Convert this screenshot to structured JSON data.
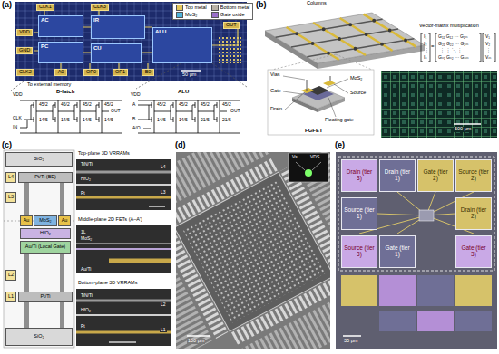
{
  "diagram": {
    "nodes": [
      {
        "text": [
          "CLK1"
        ]
      },
      {
        "text": [
          "CLK3"
        ]
      },
      {
        "text": [
          "OUT"
        ]
      },
      {
        "text": [
          "VDD"
        ]
      },
      {
        "text": [
          "GND"
        ]
      },
      {
        "text": [
          "CLK2"
        ]
      },
      {
        "text": [
          "A0"
        ]
      },
      {
        "text": [
          "OP0"
        ]
      },
      {
        "text": [
          "OP1"
        ]
      },
      {
        "text": [
          "B0"
        ]
      },
      {
        "text": [
          "AC"
        ]
      },
      {
        "text": [
          "PC"
        ]
      },
      {
        "text": [
          "IR"
        ]
      },
      {
        "text": [
          "CU"
        ]
      },
      {
        "text": [
          "ALU"
        ]
      },
      {
        "text": [
          "SiO₂"
        ]
      },
      {
        "text": [
          "L4"
        ]
      },
      {
        "text": [
          "Pt/Ti (BE)"
        ]
      },
      {
        "text": [
          "L3"
        ]
      },
      {
        "text": [
          "Au"
        ]
      },
      {
        "text": [
          "MoS₂"
        ]
      },
      {
        "text": [
          "Au"
        ]
      },
      {
        "text": [
          "HfO₂"
        ]
      },
      {
        "text": [
          "Au/Ti (Local Gate)"
        ]
      },
      {
        "text": [
          "L2"
        ]
      },
      {
        "text": [
          "Pt/Ti"
        ]
      },
      {
        "text": [
          "L1"
        ]
      },
      {
        "text": [
          "SiO₂"
        ]
      },
      {
        "text": [
          "Drain (tier 3)"
        ]
      },
      {
        "text": [
          "Drain (tier 1)"
        ]
      },
      {
        "text": [
          "Gate (tier 2)"
        ]
      },
      {
        "text": [
          "Source (tier 2)"
        ]
      },
      {
        "text": [
          "Source (tier 1)"
        ]
      },
      {
        "text": [
          "Drain (tier 2)"
        ]
      },
      {
        "text": [
          "Source (tier 3)"
        ]
      },
      {
        "text": [
          "Gate (tier 1)"
        ]
      },
      {
        "text": [
          "Gate (tier 3)"
        ]
      }
    ],
    "labels": [
      "(a)",
      "(b)",
      "(c)",
      "(d)",
      "(e)",
      "50 μm",
      "To external memory",
      "D-latch",
      "ALU",
      "VDD",
      "45/2",
      "45/2",
      "45/2",
      "45/2",
      "14/5",
      "14/5",
      "14/5",
      "14/5",
      "CLK",
      "IN",
      "OUT",
      "VDD",
      "45/2",
      "45/2",
      "45/2",
      "45/2",
      "14/5",
      "14/5",
      "21/5",
      "21/5",
      "A",
      "B",
      "A/O",
      "OUT",
      "Columns",
      "Vector-matrix multiplication",
      "I₁",
      "I₂",
      "⋮",
      "Iₙ",
      "=",
      "G₁₁ G₁₂ ⋯ G₁ₘ",
      "G₂₁ G₂₂ ⋯ G₂ₘ",
      "⋮ ⋮ ⋱ ⋮",
      "Gₙ₁ Gₙ₂ ⋯ Gₙₘ",
      "V₁",
      "V₂",
      "⋮",
      "Vₘ",
      "Vias",
      "Gate",
      "MoS₂",
      "Source",
      "Drain",
      "Floating gate",
      "FGFET",
      "500 μm",
      "Top-plane 3D VRRAMs",
      "TiN/Ti",
      "HfO₂",
      "Pt",
      "L4",
      "L3",
      "Middle-plane 2D FETs (A–A')",
      "1L",
      "MoS₂",
      "Au/Ti",
      "Bottom-plane 3D VRRAMs",
      "TiN/Ti",
      "HfO₂",
      "Pt",
      "L2",
      "L1",
      "Vs",
      "VDS",
      "100 μm",
      "35 μm"
    ],
    "legend": [
      {
        "text": "Top metal",
        "color": "#e6c85a"
      },
      {
        "text": "Bottom metal",
        "color": "#b9b2a6"
      },
      {
        "text": "MoS₂",
        "color": "#4fb3d9"
      },
      {
        "text": "Gate oxide",
        "color": "#9a70c8"
      }
    ]
  }
}
